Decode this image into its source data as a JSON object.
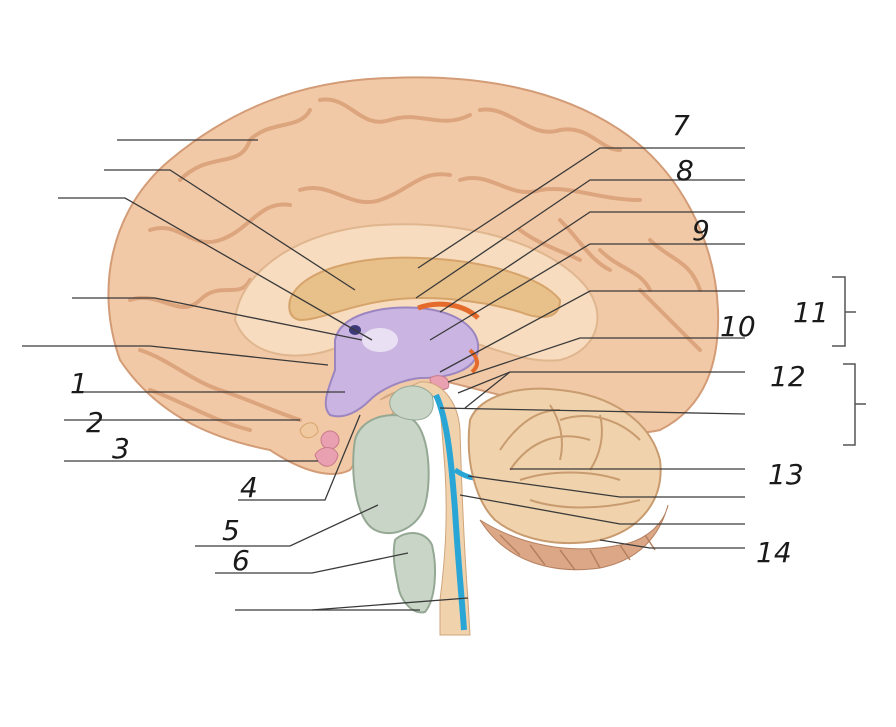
{
  "diagram": {
    "labels": [
      {
        "id": "1",
        "text": "1"
      },
      {
        "id": "2",
        "text": "2"
      },
      {
        "id": "3",
        "text": "3"
      },
      {
        "id": "4",
        "text": "4"
      },
      {
        "id": "5",
        "text": "5"
      },
      {
        "id": "6",
        "text": "6"
      },
      {
        "id": "7",
        "text": "7"
      },
      {
        "id": "8",
        "text": "8"
      },
      {
        "id": "9",
        "text": "9"
      },
      {
        "id": "10",
        "text": "10"
      },
      {
        "id": "11",
        "text": "11"
      },
      {
        "id": "12",
        "text": "12"
      },
      {
        "id": "13",
        "text": "13"
      },
      {
        "id": "14",
        "text": "14"
      }
    ],
    "colors": {
      "cortex": "#f2c9a6",
      "cortex_fold": "#d99f78",
      "corpus_callosum": "#f7dcbf",
      "ventricle": "#c9b4e2",
      "brainstem": "#c9d6c7",
      "csf": "#2aa6d6",
      "cerebellum": "#f0d2ad",
      "pink": "#e9a0b0",
      "choroid": "#e46b2b"
    }
  }
}
